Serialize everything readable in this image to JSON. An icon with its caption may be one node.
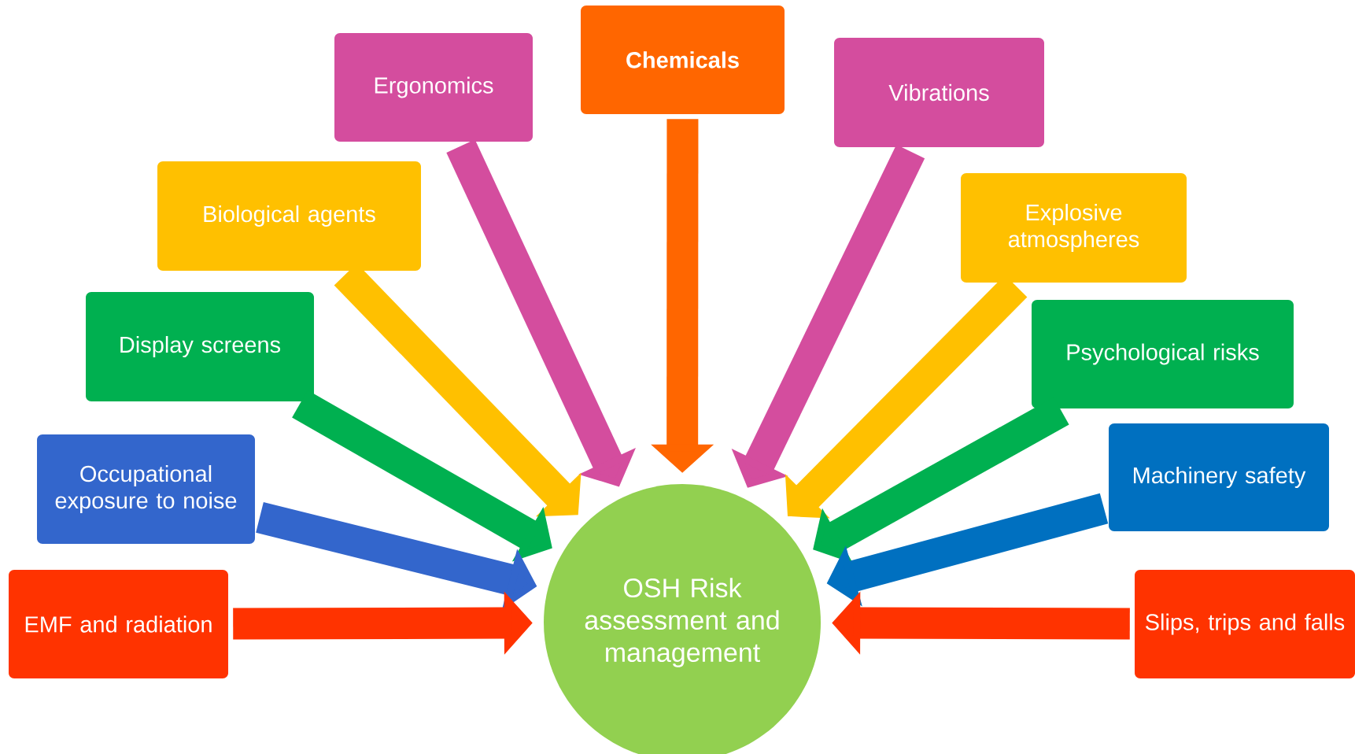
{
  "diagram": {
    "nodes": [
      {
        "text": [
          "Chemicals"
        ]
      },
      {
        "text": [
          "Ergonomics"
        ]
      },
      {
        "text": [
          "Vibrations"
        ]
      },
      {
        "text": [
          "Biological agents"
        ]
      },
      {
        "text": [
          "Explosive atmospheres"
        ]
      },
      {
        "text": [
          "Display screens"
        ]
      },
      {
        "text": [
          "Psychological risks"
        ]
      },
      {
        "text": [
          "Occupational exposure to noise"
        ]
      },
      {
        "text": [
          "Machinery safety"
        ]
      },
      {
        "text": [
          "EMF and radiation"
        ]
      },
      {
        "text": [
          "Slips, trips and falls"
        ]
      },
      {
        "text": [
          "OSH Risk assessment and management"
        ]
      }
    ],
    "edges": [
      {
        "from": 0,
        "to": 11,
        "arrow": "to",
        "color": "#ff6600"
      },
      {
        "from": 1,
        "to": 11,
        "arrow": "to",
        "color": "#d44d9e"
      },
      {
        "from": 2,
        "to": 11,
        "arrow": "to",
        "color": "#d44d9e"
      },
      {
        "from": 3,
        "to": 11,
        "arrow": "to",
        "color": "#ffc000"
      },
      {
        "from": 4,
        "to": 11,
        "arrow": "to",
        "color": "#ffc000"
      },
      {
        "from": 5,
        "to": 11,
        "arrow": "to",
        "color": "#00b050"
      },
      {
        "from": 6,
        "to": 11,
        "arrow": "to",
        "color": "#00b050"
      },
      {
        "from": 7,
        "to": 11,
        "arrow": "to",
        "color": "#3366cc"
      },
      {
        "from": 8,
        "to": 11,
        "arrow": "to",
        "color": "#0070c0"
      },
      {
        "from": 9,
        "to": 11,
        "arrow": "to",
        "color": "#ff3300"
      },
      {
        "from": 10,
        "to": 11,
        "arrow": "to",
        "color": "#ff3300"
      }
    ]
  }
}
